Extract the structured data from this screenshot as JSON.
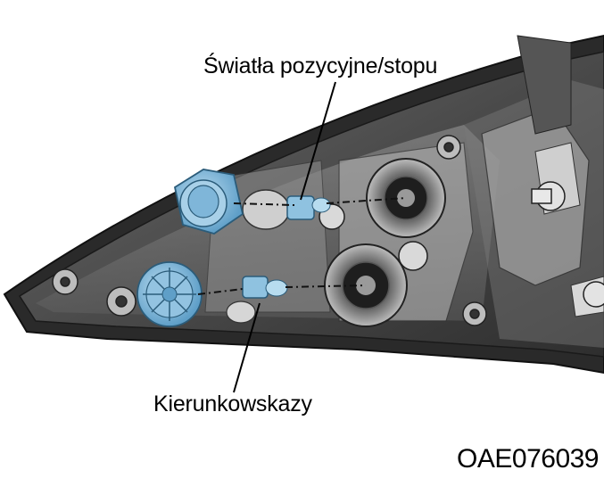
{
  "labels": {
    "position_stop": "Światła pozycyjne/stopu",
    "turn_signals": "Kierunkowskazy"
  },
  "figure_code": "OAE076039",
  "colors": {
    "housing_dark": "#3a3a3a",
    "housing_mid": "#8a8a8a",
    "housing_light": "#c9c9c9",
    "socket_blue": "#7fb6d9",
    "line": "#000000"
  }
}
